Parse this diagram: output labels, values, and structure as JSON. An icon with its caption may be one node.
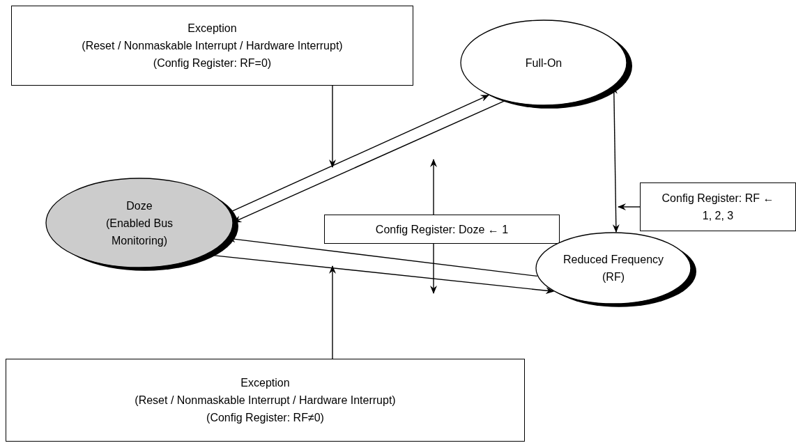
{
  "diagram": {
    "nodes": [
      {
        "text": [
          "Exception",
          "(Reset / Nonmaskable Interrupt / Hardware Interrupt)",
          "(Config Register: RF=0)"
        ]
      },
      {
        "text": [
          "Full-On"
        ]
      },
      {
        "text": [
          "Doze",
          "(Enabled Bus Monitoring)"
        ]
      },
      {
        "text": [
          "Config Register: Doze ← 1"
        ]
      },
      {
        "text": [
          "Config Register: RF ← 1, 2, 3"
        ]
      },
      {
        "text": [
          "Reduced Frequency",
          "(RF)"
        ]
      },
      {
        "text": [
          "Exception",
          "(Reset / Nonmaskable Interrupt / Hardware Interrupt)",
          "(Config Register: RF≠0)"
        ]
      }
    ],
    "edges": [
      {
        "from": 0,
        "to": null,
        "arrow": "to"
      },
      {
        "from": 2,
        "to": 1,
        "arrow": "to"
      },
      {
        "from": 1,
        "to": 2,
        "arrow": "to"
      },
      {
        "from": 5,
        "to": 2,
        "arrow": "to"
      },
      {
        "from": 2,
        "to": 5,
        "arrow": "to"
      },
      {
        "from": 6,
        "to": null,
        "arrow": "to"
      },
      {
        "from": 3,
        "to": null,
        "arrow": "to"
      },
      {
        "from": 3,
        "to": null,
        "arrow": "to"
      },
      {
        "from": 1,
        "to": 5,
        "arrow": "both"
      },
      {
        "from": 4,
        "to": null,
        "arrow": "to"
      }
    ]
  }
}
